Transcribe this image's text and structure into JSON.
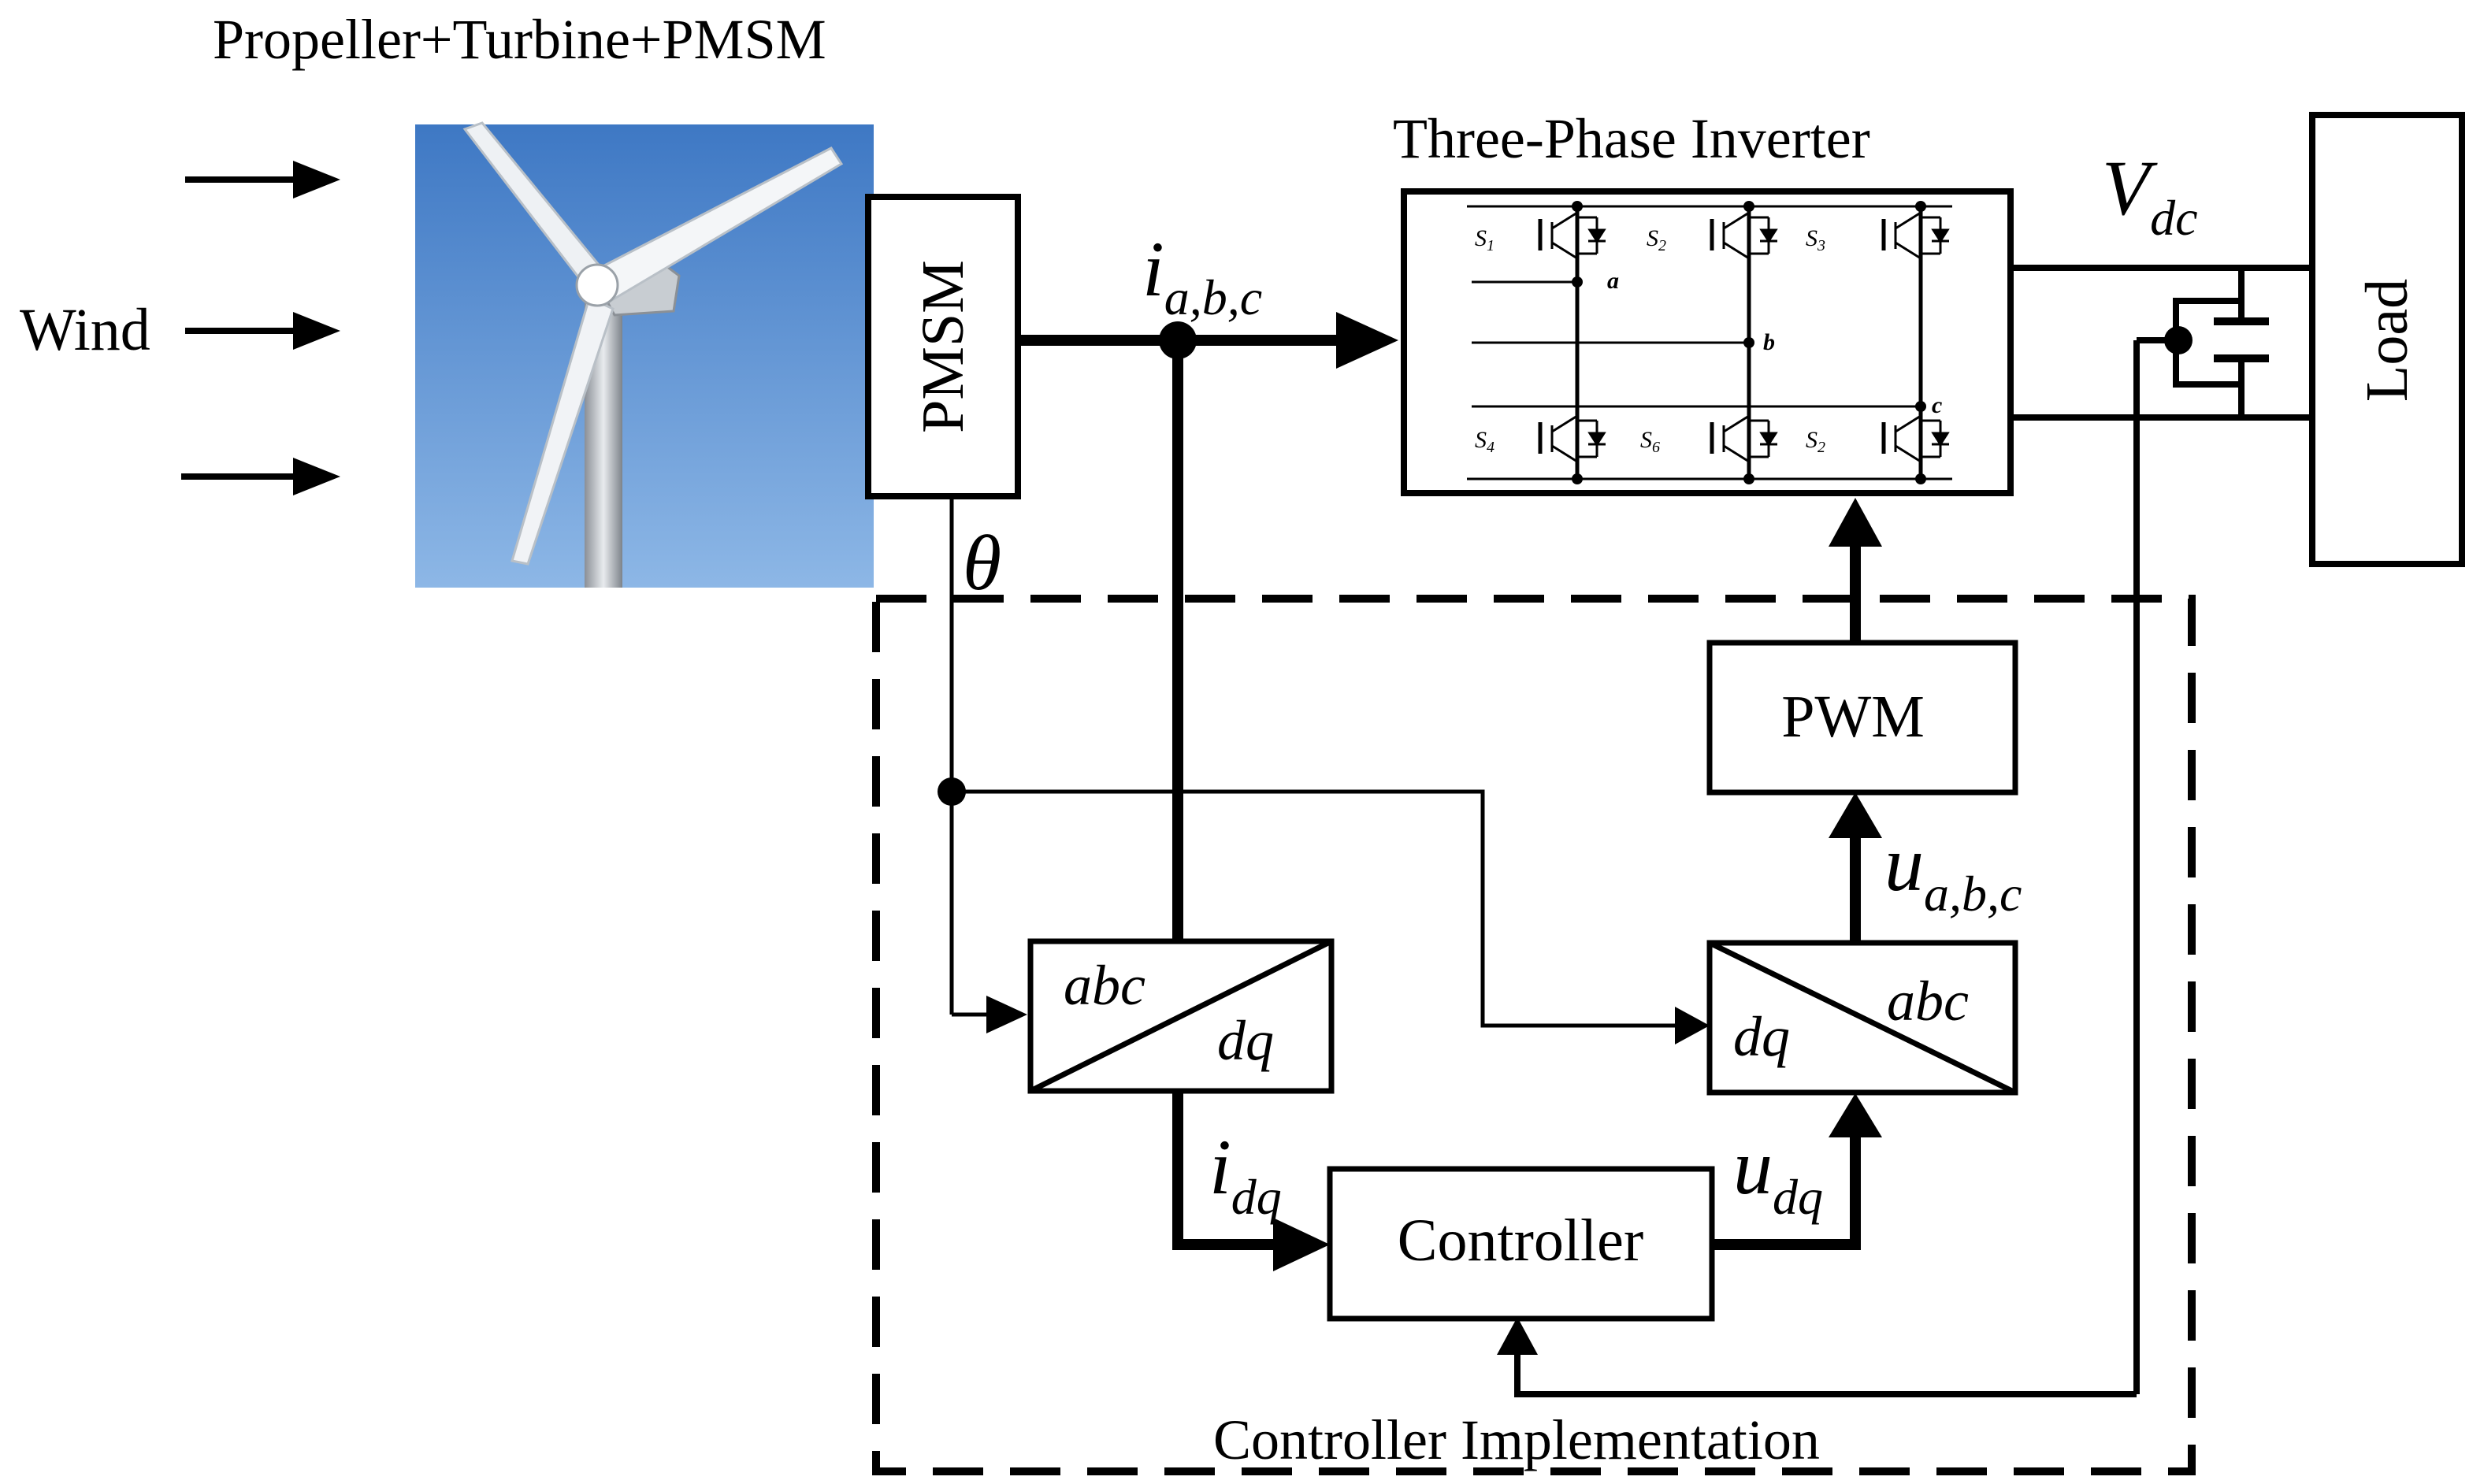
{
  "title": "Propeller+Turbine+PMSM",
  "wind_label": "Wind",
  "pmsm_label": "PMSM",
  "theta_symbol": "θ",
  "current_abc": {
    "base": "i",
    "sub": "a,b,c"
  },
  "inverter_title": "Three-Phase Inverter",
  "switches": [
    "S1",
    "S2",
    "S3",
    "S4",
    "S6",
    "S2"
  ],
  "switch_display": [
    {
      "base": "S",
      "sub": "1"
    },
    {
      "base": "S",
      "sub": "2"
    },
    {
      "base": "S",
      "sub": "3"
    },
    {
      "base": "S",
      "sub": "4"
    },
    {
      "base": "S",
      "sub": "6"
    },
    {
      "base": "S",
      "sub": "2"
    }
  ],
  "phase_nodes": [
    "a",
    "b",
    "c"
  ],
  "vdc": {
    "base": "V",
    "sub": "dc"
  },
  "load_label": "Load",
  "pwm_label": "PWM",
  "voltage_abc": {
    "base": "u",
    "sub": "a,b,c"
  },
  "park": {
    "top": "abc",
    "bottom": "dq"
  },
  "inv_park": {
    "left": "dq",
    "right": "abc"
  },
  "current_dq": {
    "base": "i",
    "sub": "dq"
  },
  "voltage_dq": {
    "base": "u",
    "sub": "dq"
  },
  "controller_label": "Controller",
  "implementation_label": "Controller Implementation",
  "colors": {
    "line": "#000000",
    "sky_top": "#3e78c4",
    "sky_bottom": "#8db7e6",
    "blade": "#f4f6f8"
  }
}
